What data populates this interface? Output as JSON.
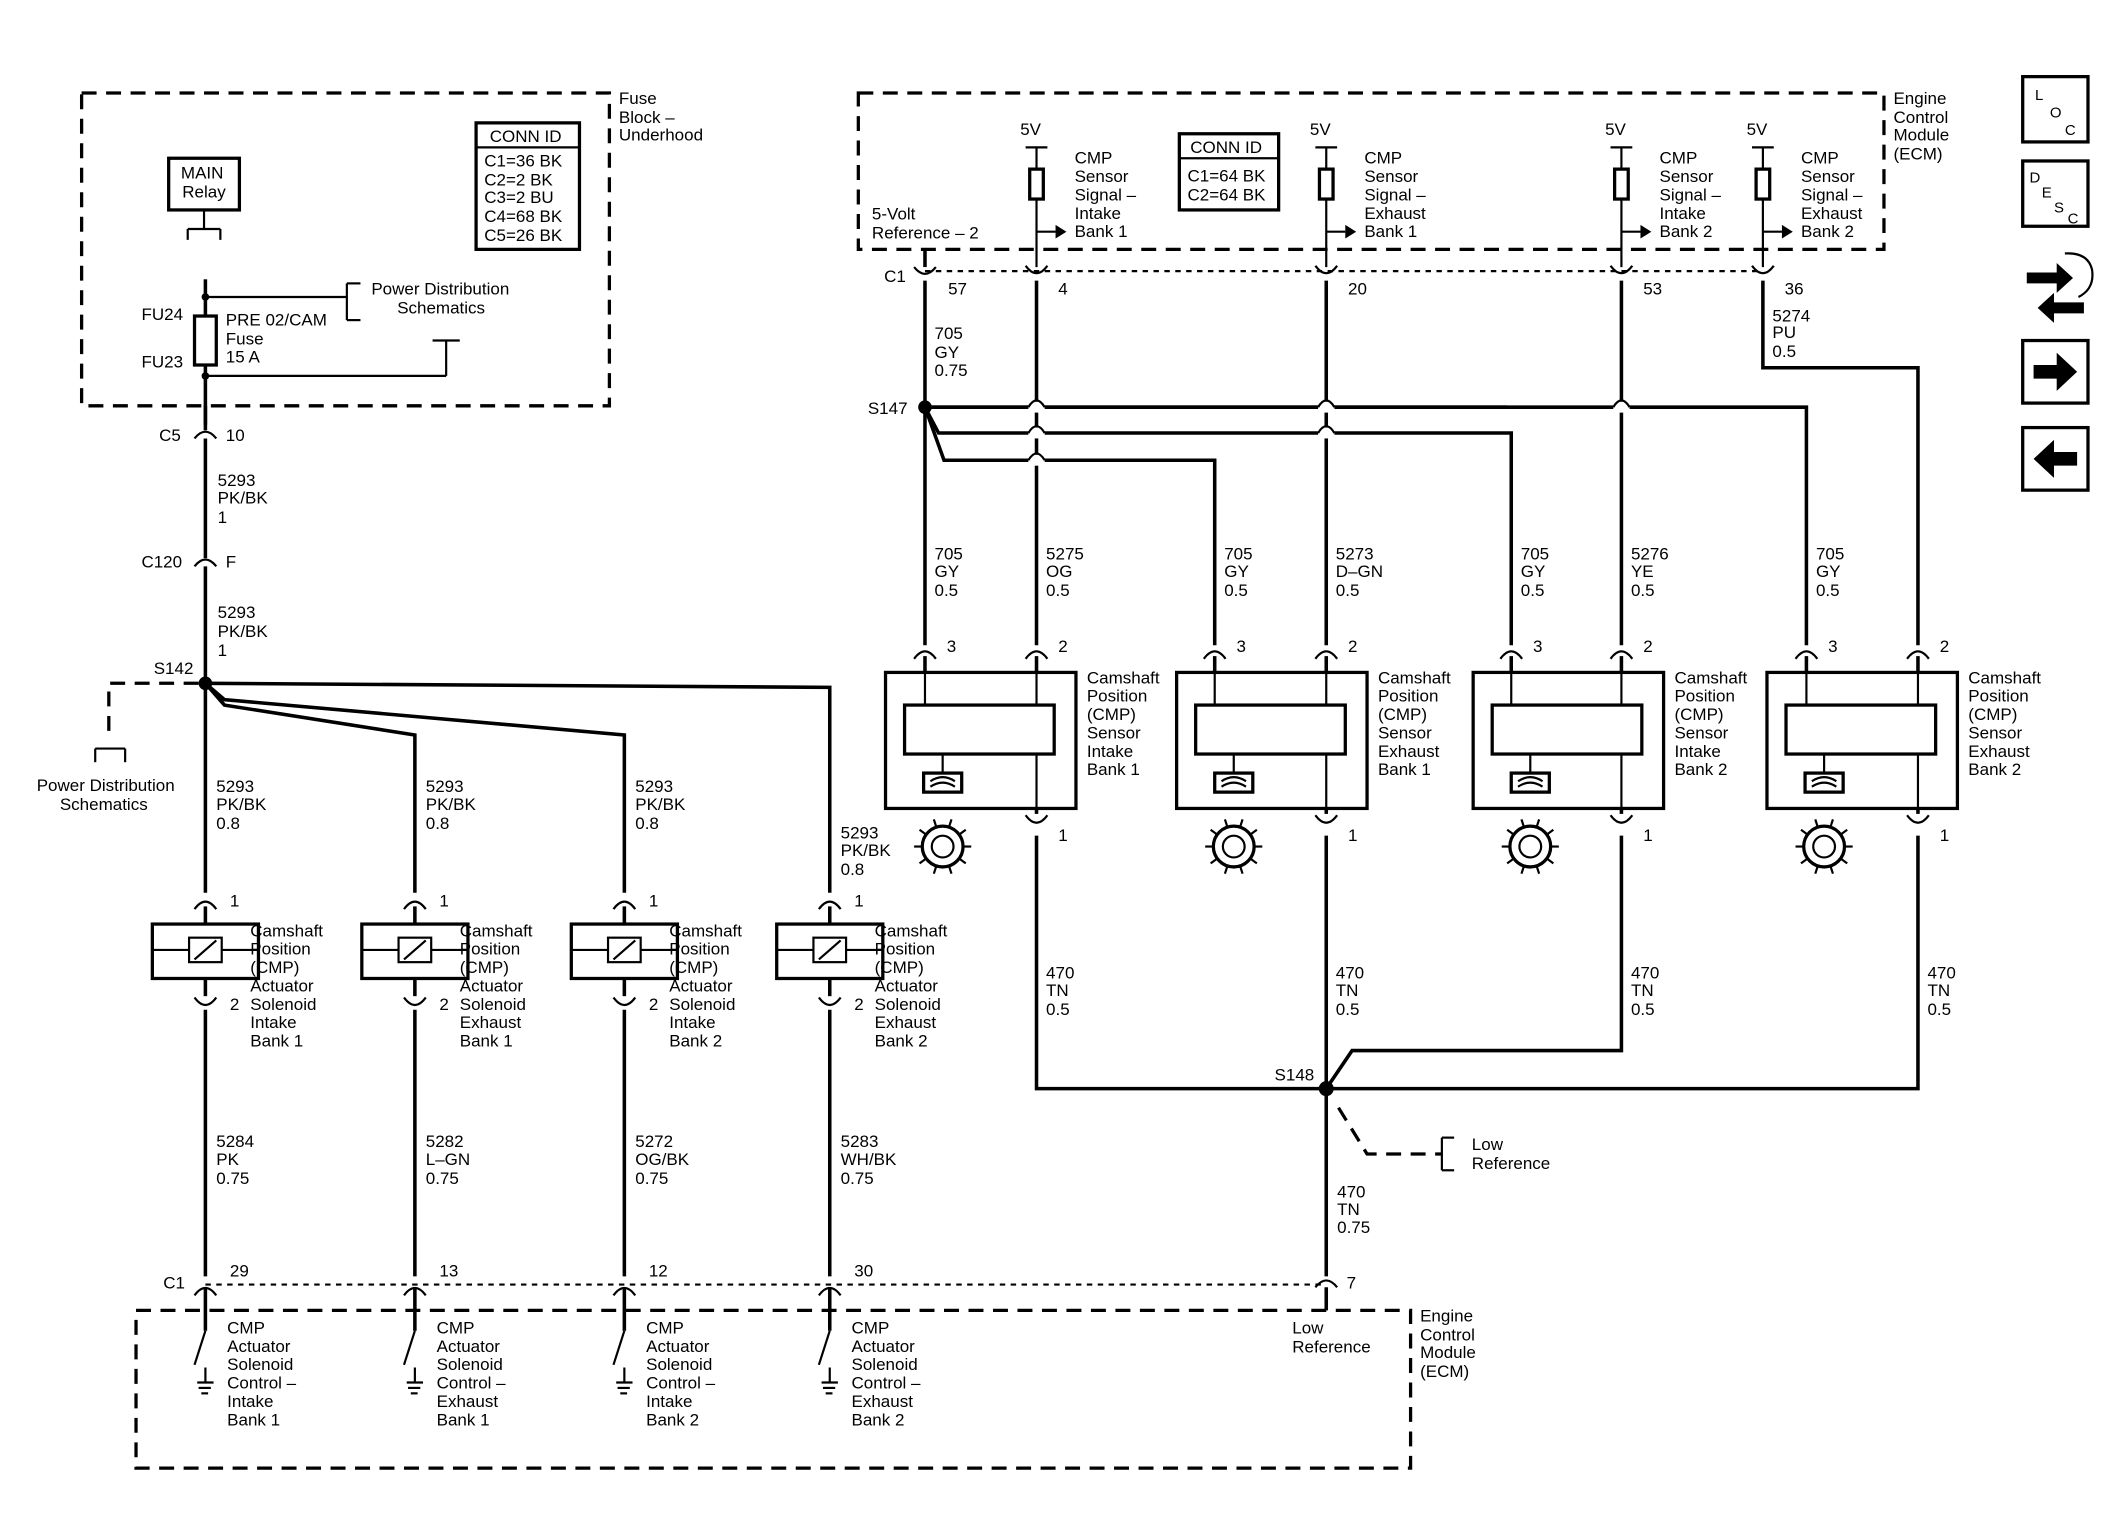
{
  "fuse_block": {
    "title_lines": [
      "Fuse",
      "Block –",
      "Underhood"
    ],
    "conn_id": {
      "header": "CONN ID",
      "rows": [
        "C1=36 BK",
        "C2=2 BK",
        "C3=2 BU",
        "C4=68 BK",
        "C5=26 BK"
      ]
    },
    "main_relay": [
      "MAIN",
      "Relay"
    ],
    "fuse_label": [
      "PRE 02/CAM",
      "Fuse",
      "15 A"
    ],
    "fu_top": "FU24",
    "fu_bottom": "FU23",
    "power_dist": [
      "Power Distribution",
      "Schematics"
    ]
  },
  "left_circuit": {
    "c5": {
      "conn": "C5",
      "pin": "10"
    },
    "wire_5293a": [
      "5293",
      "PK/BK",
      "1"
    ],
    "c120": {
      "conn": "C120",
      "pin": "F"
    },
    "wire_5293b": [
      "5293",
      "PK/BK",
      "1"
    ],
    "s142": "S142",
    "power_dist": [
      "Power Distribution",
      "Schematics"
    ]
  },
  "actuators": [
    {
      "wire_in": [
        "5293",
        "PK/BK",
        "0.8"
      ],
      "pin_top": "1",
      "pin_bottom": "2",
      "label": [
        "Camshaft",
        "Position",
        "(CMP)",
        "Actuator",
        "Solenoid",
        "Intake",
        "Bank 1"
      ],
      "wire_out": [
        "5284",
        "PK",
        "0.75"
      ],
      "ecm_pin": "29",
      "ecm_label": [
        "CMP",
        "Actuator",
        "Solenoid",
        "Control –",
        "Intake",
        "Bank 1"
      ]
    },
    {
      "wire_in": [
        "5293",
        "PK/BK",
        "0.8"
      ],
      "pin_top": "1",
      "pin_bottom": "2",
      "label": [
        "Camshaft",
        "Position",
        "(CMP)",
        "Actuator",
        "Solenoid",
        "Exhaust",
        "Bank 1"
      ],
      "wire_out": [
        "5282",
        "L–GN",
        "0.75"
      ],
      "ecm_pin": "13",
      "ecm_label": [
        "CMP",
        "Actuator",
        "Solenoid",
        "Control –",
        "Exhaust",
        "Bank 1"
      ]
    },
    {
      "wire_in": [
        "5293",
        "PK/BK",
        "0.8"
      ],
      "pin_top": "1",
      "pin_bottom": "2",
      "label": [
        "Camshaft",
        "Position",
        "(CMP)",
        "Actuator",
        "Solenoid",
        "Intake",
        "Bank 2"
      ],
      "wire_out": [
        "5272",
        "OG/BK",
        "0.75"
      ],
      "ecm_pin": "12",
      "ecm_label": [
        "CMP",
        "Actuator",
        "Solenoid",
        "Control –",
        "Intake",
        "Bank 2"
      ]
    },
    {
      "wire_in": [
        "5293",
        "PK/BK",
        "0.8"
      ],
      "pin_top": "1",
      "pin_bottom": "2",
      "label": [
        "Camshaft",
        "Position",
        "(CMP)",
        "Actuator",
        "Solenoid",
        "Exhaust",
        "Bank 2"
      ],
      "wire_out": [
        "5283",
        "WH/BK",
        "0.75"
      ],
      "ecm_pin": "30",
      "ecm_label": [
        "CMP",
        "Actuator",
        "Solenoid",
        "Control –",
        "Exhaust",
        "Bank 2"
      ]
    }
  ],
  "ecm_top": {
    "title_lines": [
      "Engine",
      "Control",
      "Module",
      "(ECM)"
    ],
    "conn_id": {
      "header": "CONN ID",
      "rows": [
        "C1=64 BK",
        "C2=64 BK"
      ]
    },
    "ref_label": [
      "5-Volt",
      "Reference – 2"
    ],
    "c1": "C1",
    "ref_pin": "57",
    "s147": "S147",
    "ref_wire": [
      "705",
      "GY",
      "0.75"
    ],
    "signals": [
      {
        "volts": "5V",
        "label": [
          "CMP",
          "Sensor",
          "Signal –",
          "Intake",
          "Bank 1"
        ],
        "pin": "4"
      },
      {
        "volts": "5V",
        "label": [
          "CMP",
          "Sensor",
          "Signal –",
          "Exhaust",
          "Bank 1"
        ],
        "pin": "20"
      },
      {
        "volts": "5V",
        "label": [
          "CMP",
          "Sensor",
          "Signal –",
          "Intake",
          "Bank 2"
        ],
        "pin": "53"
      },
      {
        "volts": "5V",
        "label": [
          "CMP",
          "Sensor",
          "Signal –",
          "Exhaust",
          "Bank 2"
        ],
        "pin": "36"
      }
    ],
    "wire_5274": [
      "5274",
      "PU",
      "0.5"
    ]
  },
  "sensors": [
    {
      "ref_wire": [
        "705",
        "GY",
        "0.5"
      ],
      "sig_wire": [
        "5275",
        "OG",
        "0.5"
      ],
      "pin_ref": "3",
      "pin_sig": "2",
      "pin_low": "1",
      "label": [
        "Camshaft",
        "Position",
        "(CMP)",
        "Sensor",
        "Intake",
        "Bank 1"
      ],
      "low_wire": [
        "470",
        "TN",
        "0.5"
      ]
    },
    {
      "ref_wire": [
        "705",
        "GY",
        "0.5"
      ],
      "sig_wire": [
        "5273",
        "D–GN",
        "0.5"
      ],
      "pin_ref": "3",
      "pin_sig": "2",
      "pin_low": "1",
      "label": [
        "Camshaft",
        "Position",
        "(CMP)",
        "Sensor",
        "Exhaust",
        "Bank 1"
      ],
      "low_wire": [
        "470",
        "TN",
        "0.5"
      ]
    },
    {
      "ref_wire": [
        "705",
        "GY",
        "0.5"
      ],
      "sig_wire": [
        "5276",
        "YE",
        "0.5"
      ],
      "pin_ref": "3",
      "pin_sig": "2",
      "pin_low": "1",
      "label": [
        "Camshaft",
        "Position",
        "(CMP)",
        "Sensor",
        "Intake",
        "Bank 2"
      ],
      "low_wire": [
        "470",
        "TN",
        "0.5"
      ]
    },
    {
      "ref_wire": [
        "705",
        "GY",
        "0.5"
      ],
      "sig_wire": null,
      "pin_ref": "3",
      "pin_sig": "2",
      "pin_low": "1",
      "label": [
        "Camshaft",
        "Position",
        "(CMP)",
        "Sensor",
        "Exhaust",
        "Bank 2"
      ],
      "low_wire": [
        "470",
        "TN",
        "0.5"
      ]
    }
  ],
  "low_ref": {
    "s148": "S148",
    "label": [
      "Low",
      "Reference"
    ],
    "wire": [
      "470",
      "TN",
      "0.75"
    ],
    "pin": "7"
  },
  "ecm_bottom": {
    "title_lines": [
      "Engine",
      "Control",
      "Module",
      "(ECM)"
    ],
    "c1": "C1",
    "low_label": [
      "Low",
      "Reference"
    ]
  },
  "nav": {
    "loc": [
      "L",
      "O",
      "C"
    ],
    "desc": [
      "D",
      "E",
      "S",
      "C"
    ]
  }
}
